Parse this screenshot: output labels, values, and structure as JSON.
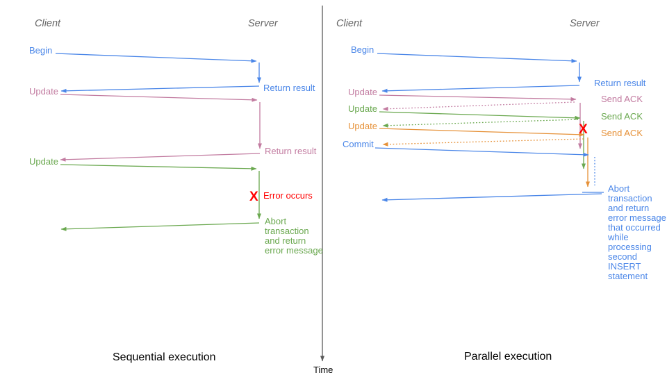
{
  "colors": {
    "blue": "#4a86e8",
    "pink": "#c27ba0",
    "green": "#6aa84f",
    "orange": "#e69138",
    "red": "#ff0000",
    "axis": "#595959",
    "header": "#666666",
    "text": "#000000"
  },
  "time_axis": {
    "label": "Time"
  },
  "left": {
    "title": "Sequential execution",
    "client_header": "Client",
    "server_header": "Server",
    "messages": {
      "begin": "Begin",
      "return_result_1": "Return result",
      "update_1": "Update",
      "return_result_2": "Return result",
      "update_2": "Update",
      "error_mark": "X",
      "error": "Error occurs",
      "abort_lines": [
        "Abort",
        "transaction",
        "and return",
        "error message"
      ]
    }
  },
  "right": {
    "title": "Parallel execution",
    "client_header": "Client",
    "server_header": "Server",
    "messages": {
      "begin": "Begin",
      "return_result": "Return result",
      "update_1": "Update",
      "send_ack_1": "Send ACK",
      "update_2": "Update",
      "send_ack_2": "Send ACK",
      "update_3": "Update",
      "send_ack_3": "Send ACK",
      "commit": "Commit",
      "error_mark": "X",
      "abort_lines": [
        "Abort",
        "transaction",
        "and return",
        "error message",
        "that occurred",
        "while",
        "processing",
        "second",
        "INSERT",
        "statement"
      ]
    }
  }
}
